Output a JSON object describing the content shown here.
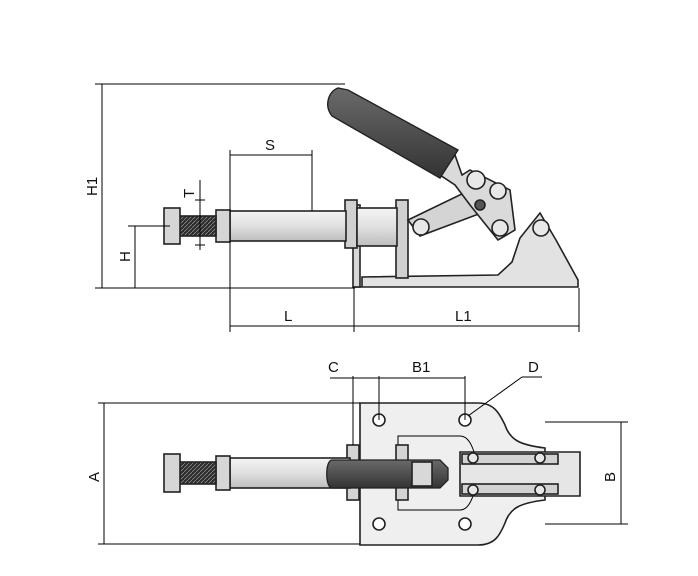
{
  "labels": {
    "H1": "H1",
    "H": "H",
    "T": "T",
    "S": "S",
    "L": "L",
    "L1": "L1",
    "A": "A",
    "B": "B",
    "B1": "B1",
    "C": "C",
    "D": "D"
  },
  "colors": {
    "metal_light": "#e4e4e4",
    "metal_mid": "#c8c8c8",
    "grip": "#4a4a4a",
    "thread": "#2b2b2b",
    "line": "#000000"
  }
}
